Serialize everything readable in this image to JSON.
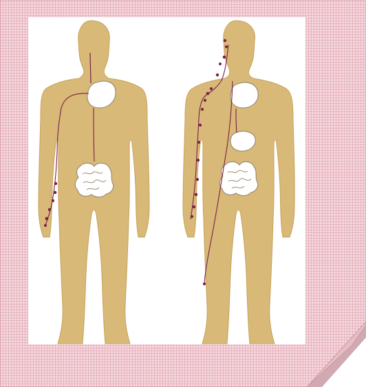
{
  "colors": {
    "body": "#d8b977",
    "organ": "#ffffff",
    "organ_outline": "#9a8d74",
    "trace": "#7a1f4a",
    "frame": "#f4d7dd",
    "frame_grid": "#d17689",
    "curl_front": "#e8bcc4",
    "curl_shadow": "#c99aa4"
  },
  "figures": [
    {
      "name": "figure-left",
      "organs": [
        "stomach",
        "intestines"
      ]
    },
    {
      "name": "figure-right",
      "organs": [
        "stomach",
        "liver",
        "intestines"
      ]
    }
  ]
}
